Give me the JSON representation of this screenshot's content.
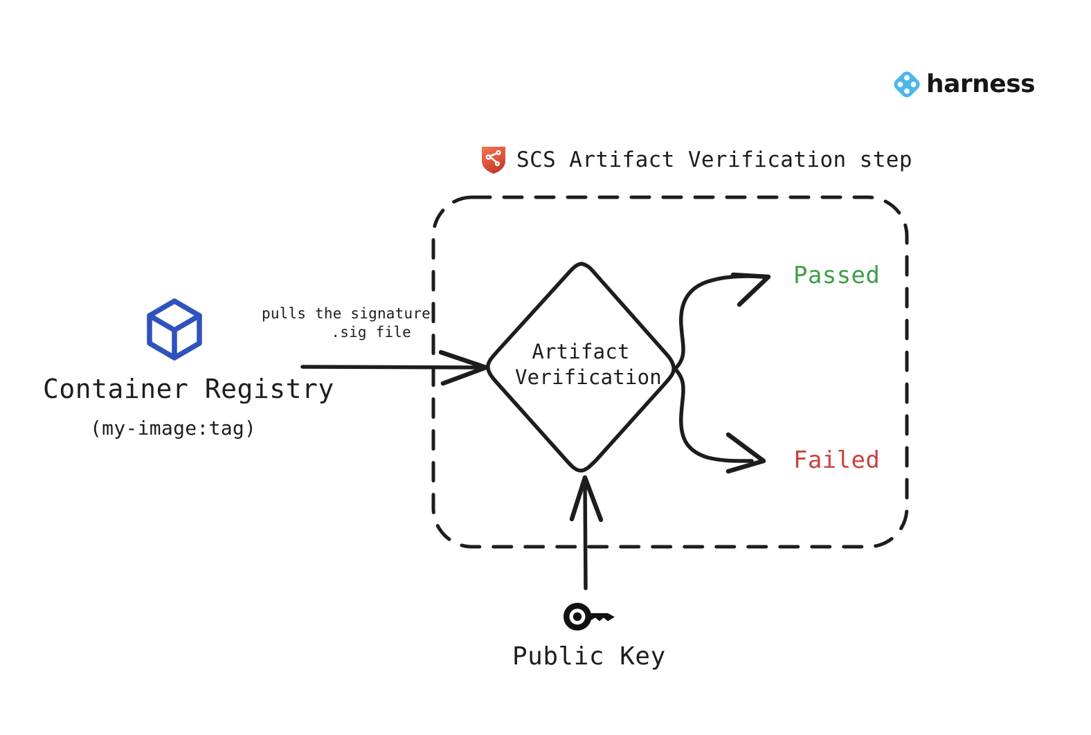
{
  "brand": {
    "logo_icon": "harness-diamond-logo-icon",
    "name": "harness",
    "logo_color": "#4db6e8"
  },
  "step": {
    "icon": "scs-shield-icon",
    "icon_color": "#e2573f",
    "title": "SCS Artifact Verification step"
  },
  "source": {
    "icon": "container-cube-icon",
    "icon_color": "#3052bd",
    "label": "Container Registry",
    "sublabel": "(my-image:tag)"
  },
  "edges": {
    "pull_label_line1": "pulls the signature",
    "pull_label_line2": ".sig file"
  },
  "process": {
    "node_label_line1": "Artifact",
    "node_label_line2": "Verification"
  },
  "outcomes": [
    {
      "label": "Passed",
      "color": "#3d9e48"
    },
    {
      "label": "Failed",
      "color": "#cc4040"
    }
  ],
  "key_input": {
    "icon": "key-icon",
    "icon_color": "#111111",
    "label": "Public Key"
  },
  "colors": {
    "stroke": "#1d1d1f",
    "background": "#ffffff"
  }
}
